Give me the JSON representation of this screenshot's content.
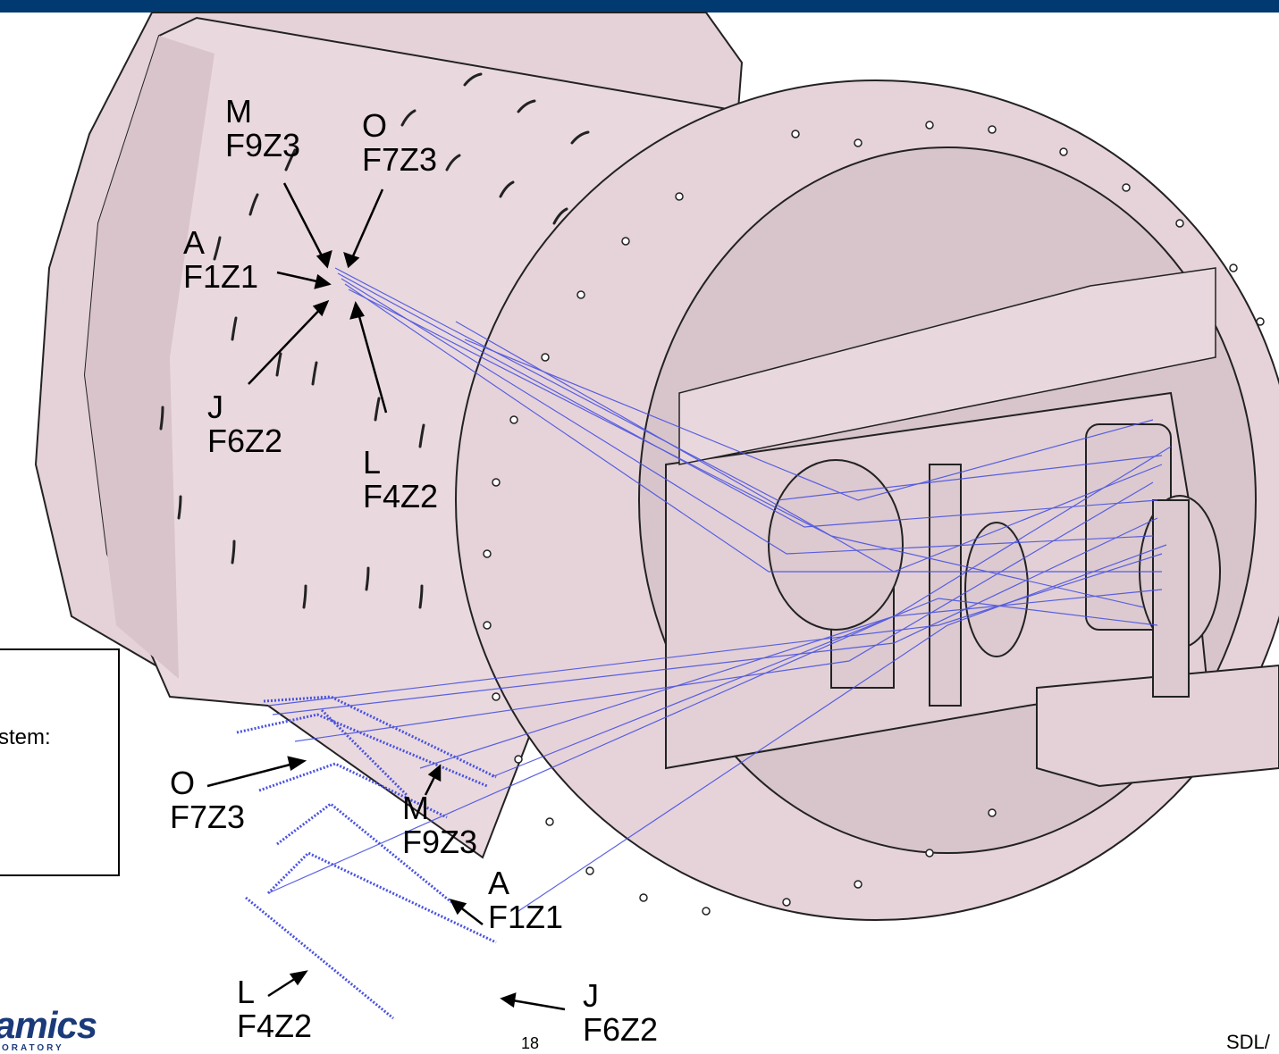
{
  "labels": {
    "M_top": "M\nF9Z3",
    "O_top": "O\nF7Z3",
    "A_top": "A\nF1Z1",
    "J_top": "J\nF6Z2",
    "L_top": "L\nF4Z2",
    "O_bottom": "O\nF7Z3",
    "M_bottom": "M\nF9Z3",
    "A_bottom": "A\nF1Z1",
    "L_bottom": "L\nF4Z2",
    "J_bottom": "J\nF6Z2"
  },
  "legend": {
    "text": "ystem:"
  },
  "footer": {
    "logo": "amics",
    "logo_sub": "ORATORY",
    "page_number": "18",
    "right_text": "SDL/"
  },
  "colors": {
    "header_bar": "#003a70",
    "body_fill": "#e6d4da",
    "ray": "#4a52e0"
  }
}
